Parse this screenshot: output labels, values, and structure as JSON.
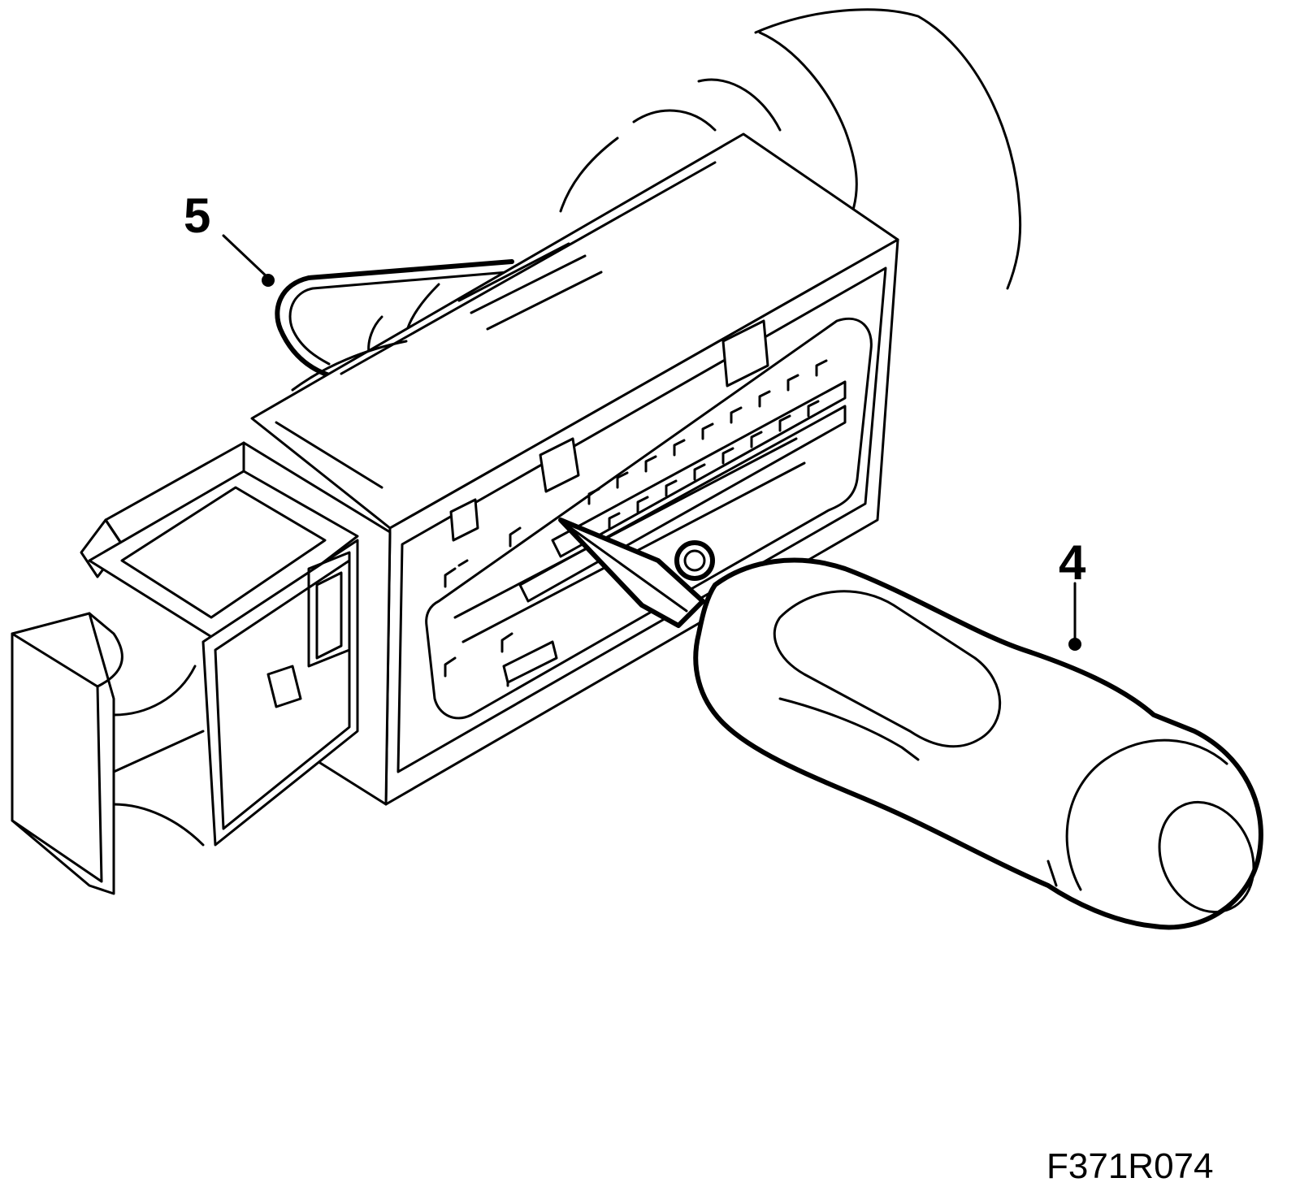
{
  "callouts": [
    {
      "id": "5",
      "text": "5"
    },
    {
      "id": "4",
      "text": "4"
    }
  ],
  "figure_code": "F371R074",
  "colors": {
    "line": "#000000",
    "background": "#ffffff"
  }
}
